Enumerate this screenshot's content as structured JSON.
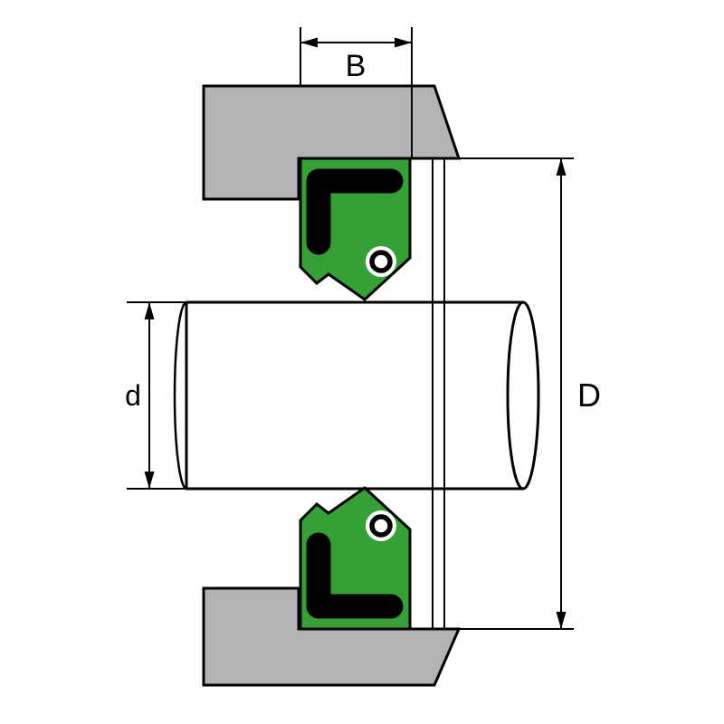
{
  "diagram": {
    "labels": {
      "b": "B",
      "d": "d",
      "D": "D"
    },
    "colors": {
      "housing": "#b3b3b3",
      "seal_body": "#35a035",
      "seal_insert": "#000000",
      "shaft": "#ffffff",
      "outline": "#000000",
      "background": "#ffffff"
    }
  }
}
